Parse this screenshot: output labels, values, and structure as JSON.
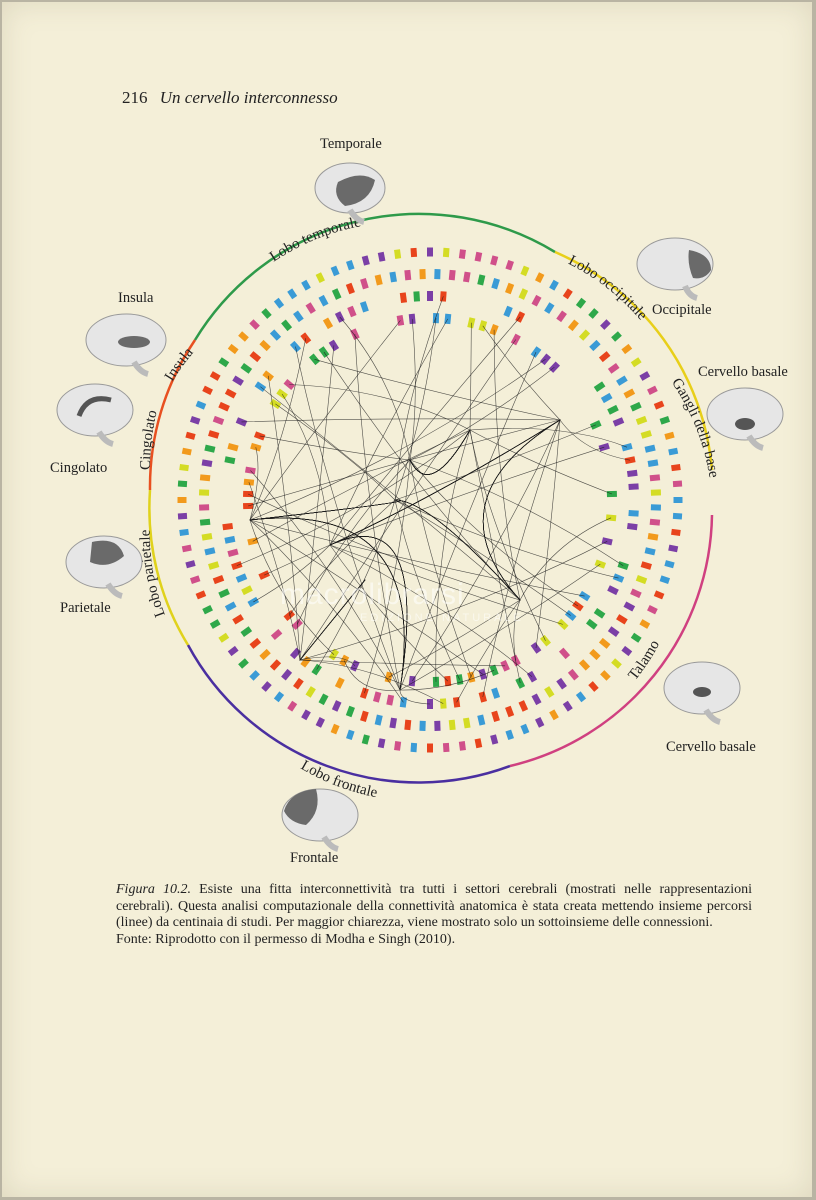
{
  "header": {
    "page_number": "216",
    "running_title": "Un cervello interconnesso"
  },
  "brain_labels": {
    "temporale": "Temporale",
    "occipitale": "Occipitale",
    "insula": "Insula",
    "cervello_basale_top": "Cervello basale",
    "cingolato": "Cingolato",
    "parietale": "Parietale",
    "cervello_basale_bottom": "Cervello basale",
    "frontale": "Frontale"
  },
  "ring_labels": {
    "lobo_temporale": "Lobo temporale",
    "lobo_occipitale": "Lobo occipitale",
    "gangli_della_base": "Gangli della base",
    "talamo": "Talamo",
    "lobo_frontale": "Lobo frontale",
    "lobo_parietale": "Lobo parietale",
    "cingolato": "Cingolato",
    "insula": "Insula"
  },
  "colors": {
    "temporal_arc": "#2e9a4a",
    "occipital_arc": "#e8cf1a",
    "thalamus_arc": "#d04080",
    "frontal_arc": "#4a2fa0",
    "parietal_arc": "#e0d21c",
    "cingulate_arc": "#e85020",
    "node_palette": [
      "#e8441c",
      "#7b3fa6",
      "#2ea84a",
      "#3a9bd6",
      "#f29a1c",
      "#d4dc24",
      "#d0508a"
    ]
  },
  "watermark": {
    "text": "macrolibrarsi",
    "sub": "EDIZIONE NATURALE"
  },
  "caption": {
    "figure_id": "Figura 10.2.",
    "text": "Esiste una fitta interconnettività tra tutti i settori cerebrali (mostrati nelle rappresentazioni cerebrali). Questa analisi computazionale della connettività anatomica è stata creata mettendo insieme percorsi (linee) da centinaia di studi. Per maggior chiarezza, viene mostrato solo un sottoinsieme delle connessioni.",
    "source": "Fonte: Riprodotto con il permesso di Modha e Singh (2010)."
  }
}
